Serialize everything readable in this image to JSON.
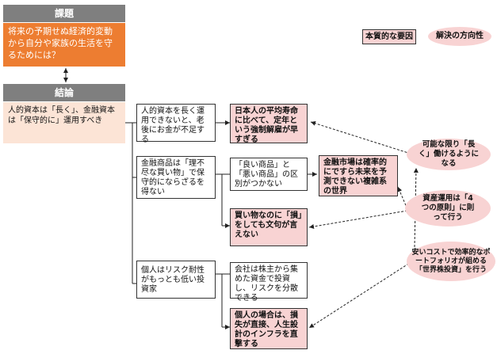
{
  "issue": {
    "header": "課題",
    "text": "将来の予期せぬ経済的変動から自分や家族の生活を守るためには？"
  },
  "conclusion": {
    "header": "結論",
    "text": "人的資本は「長く」、金融資本は「保守的に」運用すべき"
  },
  "legend": {
    "essential_factor": "本質的な要因",
    "solution_direction": "解決の方向性"
  },
  "reasons": [
    {
      "text": "人的資本を長く運用できないと、老後にお金が不足する"
    },
    {
      "text": "金融商品は「理不尽な買い物」で保守的にならざるを得ない"
    },
    {
      "text": "個人はリスク耐性がもっとも低い投資家"
    }
  ],
  "factors": {
    "retirement_age": "日本人の平均寿命に比べて、定年という強制解雇が早すぎる",
    "good_bad_products": "「良い商品」と「悪い商品」の区別がつかない",
    "cannot_complain": "買い物なのに「損」をしても文句が言えない",
    "market_uncertainty": "金融市場は確率的にですら未来を予測できない複雑系の世界",
    "companies_diversify": "会社は株主から集めた資金で投資し、リスクを分散できる",
    "individual_loss": "個人の場合は、損失が直接、人生設計のインフラを直撃する"
  },
  "solutions": [
    {
      "text": "可能な限り「長く」働けるようになる"
    },
    {
      "text": "資産運用は「4つの原則」に則って行う"
    },
    {
      "text": "安いコストで効率的なポートフォリオが組める「世界株投資」を行う"
    }
  ],
  "colors": {
    "header_gray": "#7f7f7f",
    "issue_orange": "#ed7d31",
    "conclusion_peach": "#fce4d6",
    "factor_pink": "#f8d3d3"
  }
}
